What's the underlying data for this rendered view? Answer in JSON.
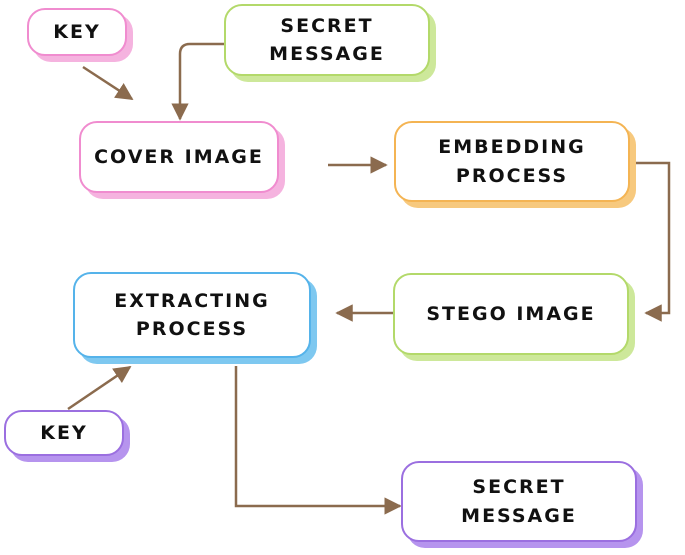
{
  "colors": {
    "connector": "#8b6b4e",
    "pink": "#f08ccf",
    "green": "#b3d96a",
    "orange": "#f4b453",
    "blue": "#55b3ea",
    "purple": "#9b6fe0"
  },
  "nodes": {
    "key_top": "KEY",
    "secret_message_top": "SECRET\nMESSAGE",
    "cover_image": "COVER IMAGE",
    "embedding_process": "EMBEDDING\nPROCESS",
    "stego_image": "STEGO IMAGE",
    "extracting_process": "EXTRACTING\nPROCESS",
    "key_bottom": "KEY",
    "secret_message_bottom": "SECRET\nMESSAGE"
  }
}
